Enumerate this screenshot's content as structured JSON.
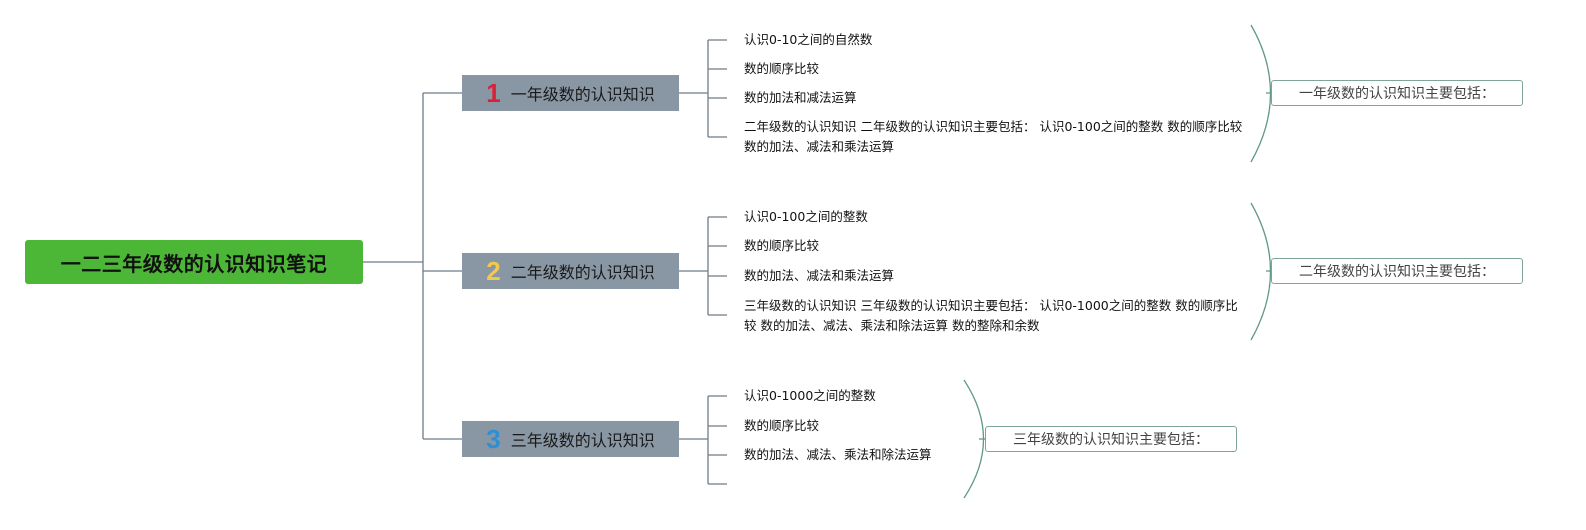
{
  "mindmap": {
    "root": "一二三年级数的认识知识笔记",
    "branches": [
      {
        "number": "1",
        "number_color": "#d9223a",
        "label": "一年级数的认识知识",
        "items": [
          "认识0-10之间的自然数",
          "数的顺序比较",
          "数的加法和减法运算",
          "二年级数的认识知识 二年级数的认识知识主要包括： 认识0-100之间的整数 数的顺序比较 数的加法、减法和乘法运算"
        ],
        "summary": "一年级数的认识知识主要包括："
      },
      {
        "number": "2",
        "number_color": "#f2c94c",
        "label": "二年级数的认识知识",
        "items": [
          "认识0-100之间的整数",
          "数的顺序比较",
          "数的加法、减法和乘法运算",
          "三年级数的认识知识 三年级数的认识知识主要包括： 认识0-1000之间的整数 数的顺序比较 数的加法、减法、乘法和除法运算 数的整除和余数"
        ],
        "summary": "二年级数的认识知识主要包括："
      },
      {
        "number": "3",
        "number_color": "#2d8fd5",
        "label": "三年级数的认识知识",
        "items": [
          "认识0-1000之间的整数",
          "数的顺序比较",
          "数的加法、减法、乘法和除法运算",
          ""
        ],
        "summary": "三年级数的认识知识主要包括："
      }
    ]
  }
}
